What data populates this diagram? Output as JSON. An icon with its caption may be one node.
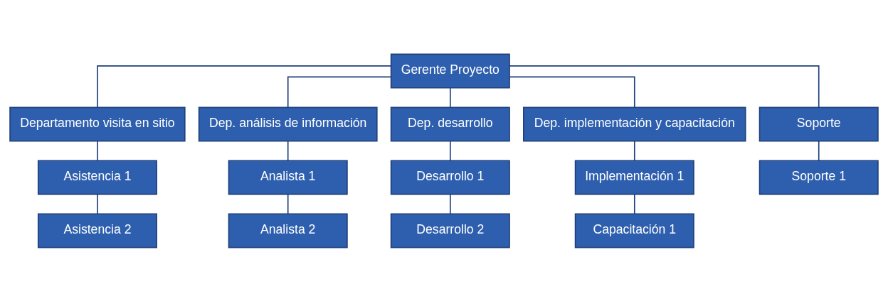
{
  "diagram": {
    "nodes": [
      {
        "text": [
          "Gerente Proyecto"
        ]
      },
      {
        "text": [
          "Departamento visita en sitio"
        ]
      },
      {
        "text": [
          "Dep. análisis de información"
        ]
      },
      {
        "text": [
          "Dep. desarrollo"
        ]
      },
      {
        "text": [
          "Dep. implementación y capacitación"
        ]
      },
      {
        "text": [
          "Soporte"
        ]
      },
      {
        "text": [
          "Asistencia 1"
        ]
      },
      {
        "text": [
          "Analista 1"
        ]
      },
      {
        "text": [
          "Desarrollo 1"
        ]
      },
      {
        "text": [
          "Implementación 1"
        ]
      },
      {
        "text": [
          "Soporte 1"
        ]
      },
      {
        "text": [
          "Asistencia 2"
        ]
      },
      {
        "text": [
          "Analista 2"
        ]
      },
      {
        "text": [
          "Desarrollo 2"
        ]
      },
      {
        "text": [
          "Capacitación 1"
        ]
      }
    ],
    "edges": [
      {
        "from": 0,
        "to": 1,
        "arrow": "none"
      },
      {
        "from": 0,
        "to": 2,
        "arrow": "none"
      },
      {
        "from": 0,
        "to": 3,
        "arrow": "none"
      },
      {
        "from": 0,
        "to": 4,
        "arrow": "none"
      },
      {
        "from": 0,
        "to": 5,
        "arrow": "none"
      },
      {
        "from": 1,
        "to": 6,
        "arrow": "none"
      },
      {
        "from": 2,
        "to": 7,
        "arrow": "none"
      },
      {
        "from": 3,
        "to": 8,
        "arrow": "none"
      },
      {
        "from": 4,
        "to": 9,
        "arrow": "none"
      },
      {
        "from": 5,
        "to": 10,
        "arrow": "none"
      },
      {
        "from": 6,
        "to": 11,
        "arrow": "none"
      },
      {
        "from": 7,
        "to": 12,
        "arrow": "none"
      },
      {
        "from": 8,
        "to": 13,
        "arrow": "none"
      },
      {
        "from": 9,
        "to": 14,
        "arrow": "none"
      }
    ]
  }
}
